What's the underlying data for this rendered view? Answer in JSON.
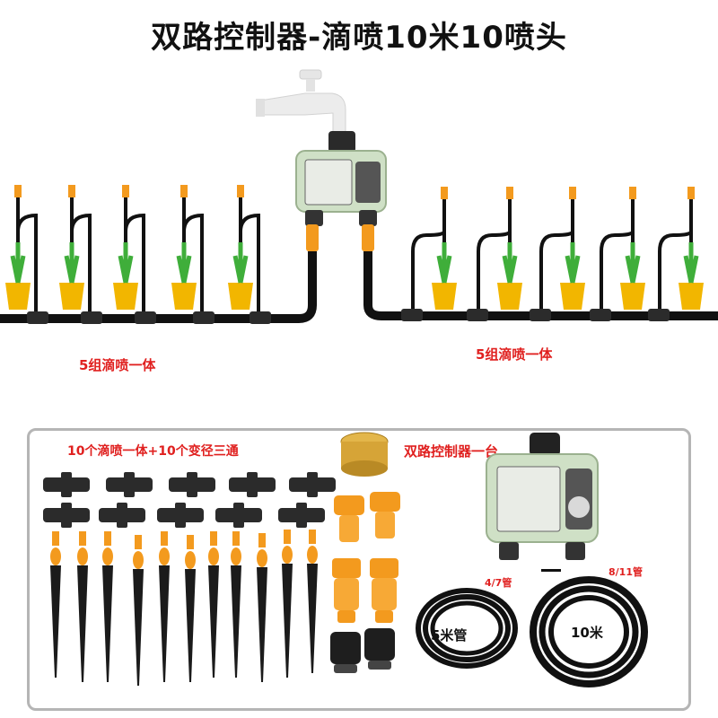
{
  "title": "双路控制器-滴喷10米10喷头",
  "labels": {
    "left_group": "5组滴喷一体",
    "right_group": "5组滴喷一体",
    "kit_sprinklers": "10个滴喷一体+10个变径三通",
    "kit_controller": "双路控制器一台",
    "tube_small": "4/7管",
    "tube_large": "8/11管",
    "coil_small": "5米管",
    "coil_large": "10米"
  },
  "colors": {
    "orange": "#f39a1e",
    "controller_body": "#cfe0c6",
    "tube": "#111111",
    "label_red": "#e0201f",
    "pot": "#f2b600",
    "plant": "#3fae3a"
  }
}
